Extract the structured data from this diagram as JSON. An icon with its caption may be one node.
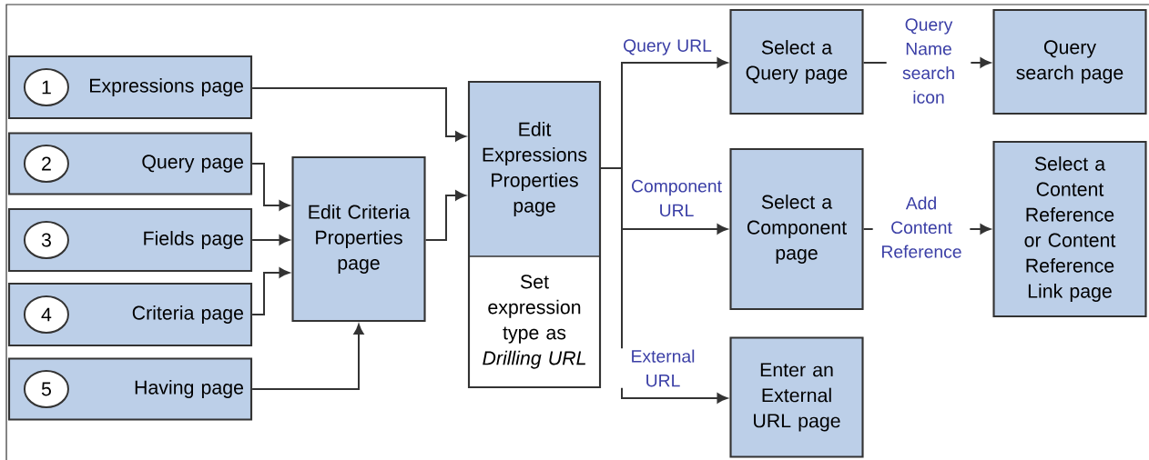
{
  "diagram": {
    "nodes": [
      {
        "text": [
          "Expressions page"
        ]
      },
      {
        "text": [
          "1"
        ],
        "in": 0
      },
      {
        "text": [
          "Query page"
        ]
      },
      {
        "text": [
          "2"
        ],
        "in": 2
      },
      {
        "text": [
          "Fields page"
        ]
      },
      {
        "text": [
          "3"
        ],
        "in": 4
      },
      {
        "text": [
          "Criteria page"
        ]
      },
      {
        "text": [
          "4"
        ],
        "in": 6
      },
      {
        "text": [
          "Having page"
        ]
      },
      {
        "text": [
          "5"
        ],
        "in": 8
      },
      {
        "text": [
          "Edit Criteria Properties page"
        ]
      },
      {
        "text": [
          "Edit Expressions Properties page",
          "Set expression type as *Drilling URL*"
        ]
      },
      {
        "text": [
          "Select a Query page"
        ]
      },
      {
        "text": [
          "Query search page"
        ]
      },
      {
        "text": [
          "Select a Component page"
        ]
      },
      {
        "text": [
          "Select a Content Reference or Content Reference Link page"
        ]
      },
      {
        "text": [
          "Enter an External URL page"
        ]
      }
    ],
    "edges": [
      {
        "from": 0,
        "to": 11,
        "arrow": "to"
      },
      {
        "from": 2,
        "to": 10,
        "arrow": "to"
      },
      {
        "from": 4,
        "to": 10,
        "arrow": "to"
      },
      {
        "from": 6,
        "to": 10,
        "arrow": "to"
      },
      {
        "from": 8,
        "to": 10,
        "arrow": "to"
      },
      {
        "from": 10,
        "to": 11,
        "arrow": "to"
      },
      {
        "from": 11,
        "to": 12,
        "arrow": "to",
        "label": "Query URL"
      },
      {
        "from": 11,
        "to": 14,
        "arrow": "to",
        "label": "Component URL"
      },
      {
        "from": 11,
        "to": 16,
        "arrow": "to",
        "label": "External URL"
      },
      {
        "from": 12,
        "to": 13,
        "arrow": "to",
        "label": "Query Name search icon"
      },
      {
        "from": 14,
        "to": 15,
        "arrow": "to",
        "label": "Add Content Reference"
      }
    ]
  }
}
